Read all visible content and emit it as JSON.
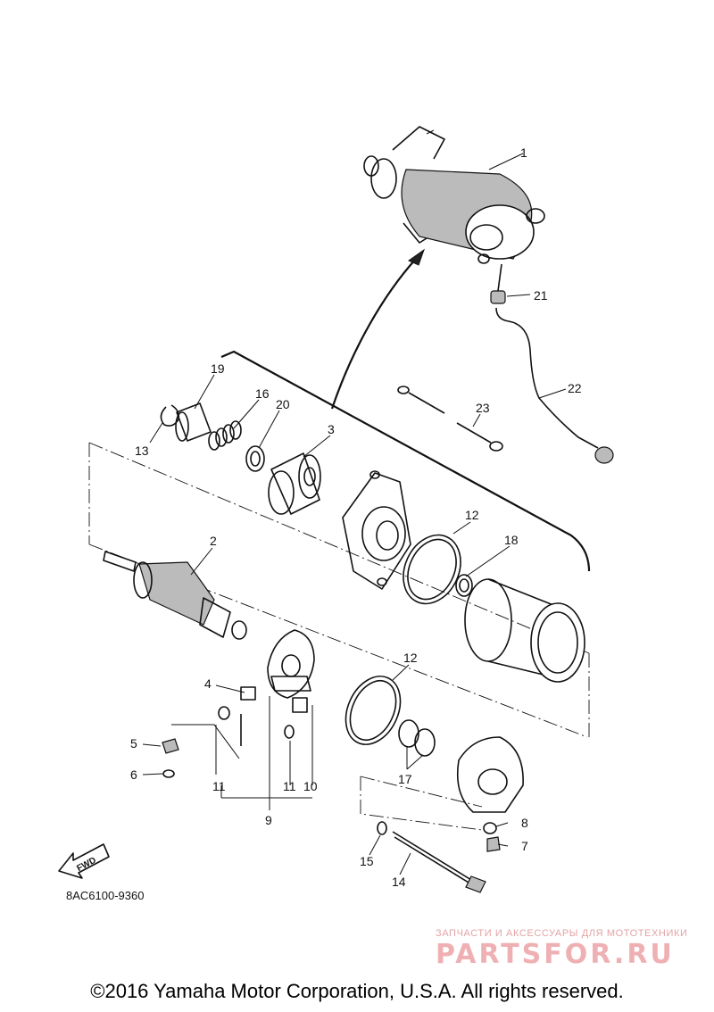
{
  "diagram": {
    "callouts": [
      {
        "id": "c1",
        "text": "1"
      },
      {
        "id": "c2",
        "text": "2"
      },
      {
        "id": "c3",
        "text": "3"
      },
      {
        "id": "c4",
        "text": "4"
      },
      {
        "id": "c5",
        "text": "5"
      },
      {
        "id": "c6",
        "text": "6"
      },
      {
        "id": "c7",
        "text": "7"
      },
      {
        "id": "c8",
        "text": "8"
      },
      {
        "id": "c9",
        "text": "9"
      },
      {
        "id": "c10",
        "text": "10"
      },
      {
        "id": "c11a",
        "text": "11"
      },
      {
        "id": "c11b",
        "text": "11"
      },
      {
        "id": "c12a",
        "text": "12"
      },
      {
        "id": "c12b",
        "text": "12"
      },
      {
        "id": "c13",
        "text": "13"
      },
      {
        "id": "c14",
        "text": "14"
      },
      {
        "id": "c15",
        "text": "15"
      },
      {
        "id": "c16",
        "text": "16"
      },
      {
        "id": "c17",
        "text": "17"
      },
      {
        "id": "c18",
        "text": "18"
      },
      {
        "id": "c19",
        "text": "19"
      },
      {
        "id": "c20",
        "text": "20"
      },
      {
        "id": "c21",
        "text": "21"
      },
      {
        "id": "c22",
        "text": "22"
      },
      {
        "id": "c23",
        "text": "23"
      }
    ],
    "fwd_label": "FWD",
    "diagram_code": "8AC6100-9360"
  },
  "watermark": {
    "tagline": "ЗАПЧАСТИ И АКСЕССУАРЫ ДЛЯ МОТОТЕХНИКИ",
    "logo_text": "PARTSFOR.RU",
    "color": "#efb0b3"
  },
  "footer": {
    "copyright": "©2016 Yamaha Motor Corporation, U.S.A. All rights reserved."
  }
}
